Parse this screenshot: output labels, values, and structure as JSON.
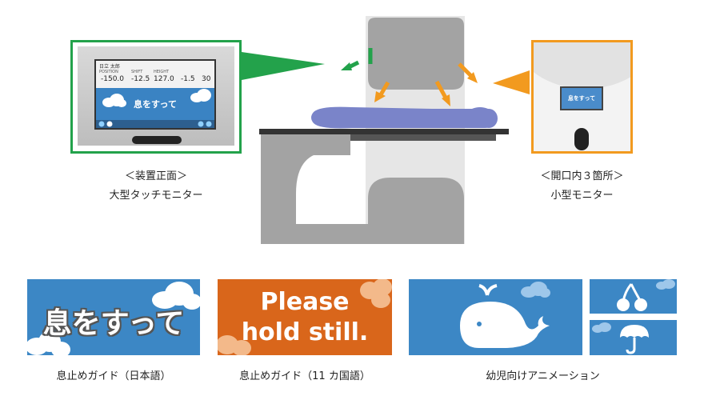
{
  "colors": {
    "green_frame": "#23a24b",
    "orange_frame": "#f29a1f",
    "panel_blue": "#3c87c5",
    "panel_orange": "#d9661b",
    "machine_gray": "#a3a3a3",
    "patient_blue": "#7a84c9",
    "arrow_orange": "#f29a1f",
    "arrow_green": "#23a24b"
  },
  "big_monitor": {
    "user": "日立 太郎",
    "labels": [
      "POSITION",
      "SHIFT",
      "HEIGHT",
      "",
      "",
      ""
    ],
    "readouts": {
      "position": "-150.0",
      "shift": "-12.5",
      "height": "127.0",
      "tilt": "-1.5",
      "third": "30"
    },
    "message": "息をすって",
    "caption_line1": "＜装置正面＞",
    "caption_line2": "大型タッチモニター"
  },
  "small_monitor": {
    "message": "息をすって",
    "caption_line1": "＜開口内３箇所＞",
    "caption_line2": "小型モニター"
  },
  "panels": {
    "jp_text": "息をすって",
    "en_text_line1": "Please",
    "en_text_line2": "hold still.",
    "caption_jp": "息止めガイド（日本語）",
    "caption_en": "息止めガイド（11 カ国語）",
    "caption_anim": "幼児向けアニメーション"
  },
  "icons": {
    "whale": "whale-icon",
    "cherry": "cherry-icon",
    "umbrella": "umbrella-icon",
    "cloud": "cloud-icon"
  }
}
